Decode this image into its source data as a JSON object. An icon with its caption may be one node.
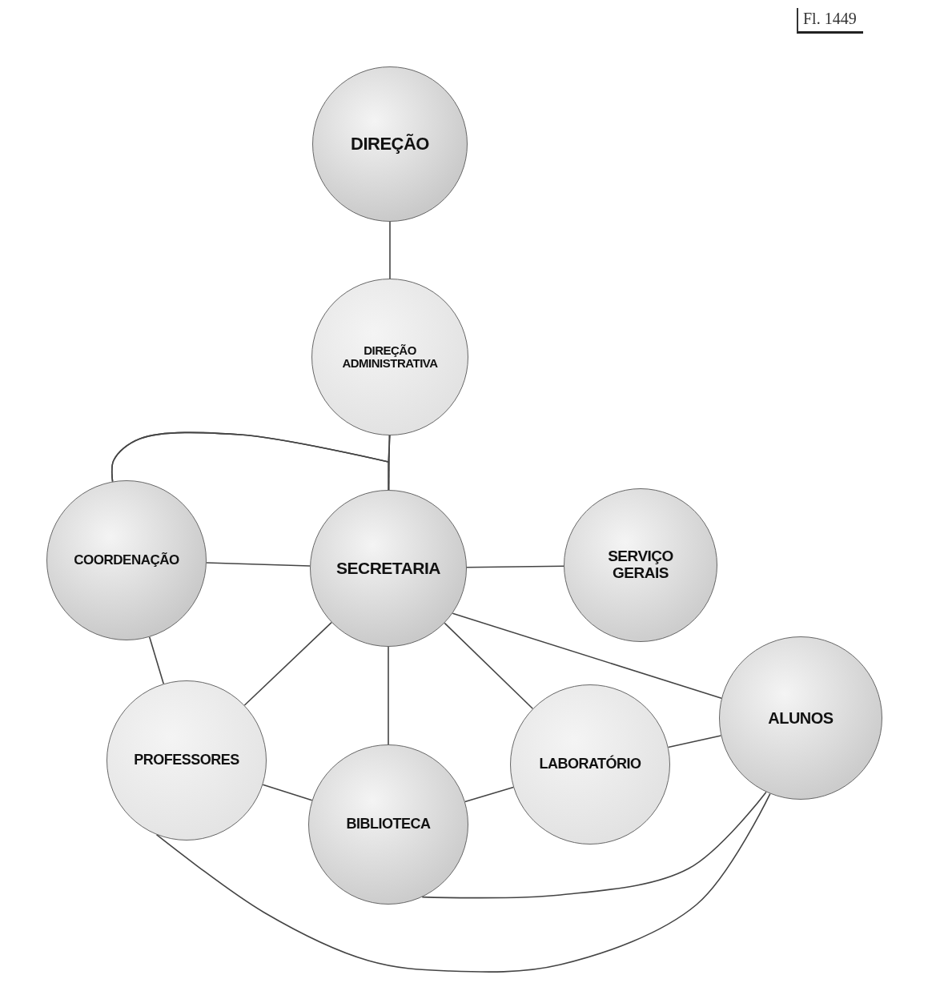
{
  "diagram": {
    "nodes": [
      {
        "text": [
          "DIREÇÃO"
        ]
      },
      {
        "text": [
          "DIREÇÃO ADMINISTRATIVA"
        ]
      },
      {
        "text": [
          "COORDENAÇÃO"
        ]
      },
      {
        "text": [
          "SECRETARIA"
        ]
      },
      {
        "text": [
          "SERVIÇO GERAIS"
        ]
      },
      {
        "text": [
          "PROFESSORES"
        ]
      },
      {
        "text": [
          "BIBLIOTECA"
        ]
      },
      {
        "text": [
          "LABORATÓRIO"
        ]
      },
      {
        "text": [
          "ALUNOS"
        ]
      }
    ],
    "edges": [
      {
        "from": 0,
        "to": 1,
        "arrow": "none"
      },
      {
        "from": 1,
        "to": 3,
        "arrow": "none"
      },
      {
        "from": 2,
        "to": 1,
        "arrow": "none"
      },
      {
        "from": 2,
        "to": 3,
        "arrow": "none"
      },
      {
        "from": 2,
        "to": 3,
        "arrow": "none"
      },
      {
        "from": 3,
        "to": 4,
        "arrow": "none"
      },
      {
        "from": 2,
        "to": 5,
        "arrow": "none"
      },
      {
        "from": 3,
        "to": 5,
        "arrow": "none"
      },
      {
        "from": 3,
        "to": 6,
        "arrow": "none"
      },
      {
        "from": 3,
        "to": 7,
        "arrow": "none"
      },
      {
        "from": 3,
        "to": 8,
        "arrow": "none"
      },
      {
        "from": 5,
        "to": 6,
        "arrow": "none"
      },
      {
        "from": 6,
        "to": 7,
        "arrow": "none"
      },
      {
        "from": 7,
        "to": 8,
        "arrow": "none"
      },
      {
        "from": 6,
        "to": 8,
        "arrow": "none"
      },
      {
        "from": 5,
        "to": 8,
        "arrow": "none"
      }
    ],
    "labels": [
      "Fl. 1449"
    ]
  }
}
